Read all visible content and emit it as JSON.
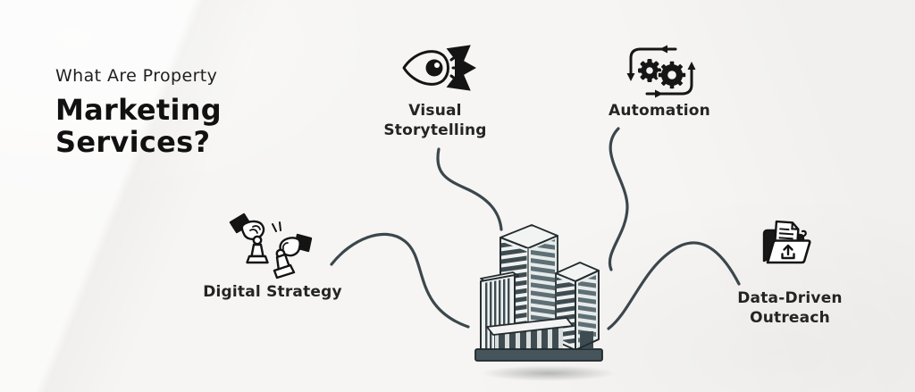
{
  "header": {
    "eyebrow": "What Are Property",
    "title_line1": "Marketing",
    "title_line2": "Services?"
  },
  "nodes": [
    {
      "id": "visual-storytelling",
      "label": "Visual Storytelling",
      "label_lines": [
        "Visual",
        "Storytelling"
      ],
      "icon": "eye-with-arrows-icon"
    },
    {
      "id": "automation",
      "label": "Automation",
      "label_lines": [
        "Automation"
      ],
      "icon": "gears-cycle-icon"
    },
    {
      "id": "digital-strategy",
      "label": "Digital Strategy",
      "label_lines": [
        "Digital Strategy"
      ],
      "icon": "hands-chess-pieces-icon"
    },
    {
      "id": "data-driven-outreach",
      "label": "Data-Driven Outreach",
      "label_lines": [
        "Data-Driven",
        "Outreach"
      ],
      "icon": "folder-document-upload-icon"
    }
  ],
  "center_illustration": "office-buildings",
  "colors": {
    "background": "#f6f5f3",
    "ink": "#1b1b1b",
    "connector_line": "#3b474c",
    "building_dark": "#3e4c52",
    "building_light": "#eef0ef"
  }
}
